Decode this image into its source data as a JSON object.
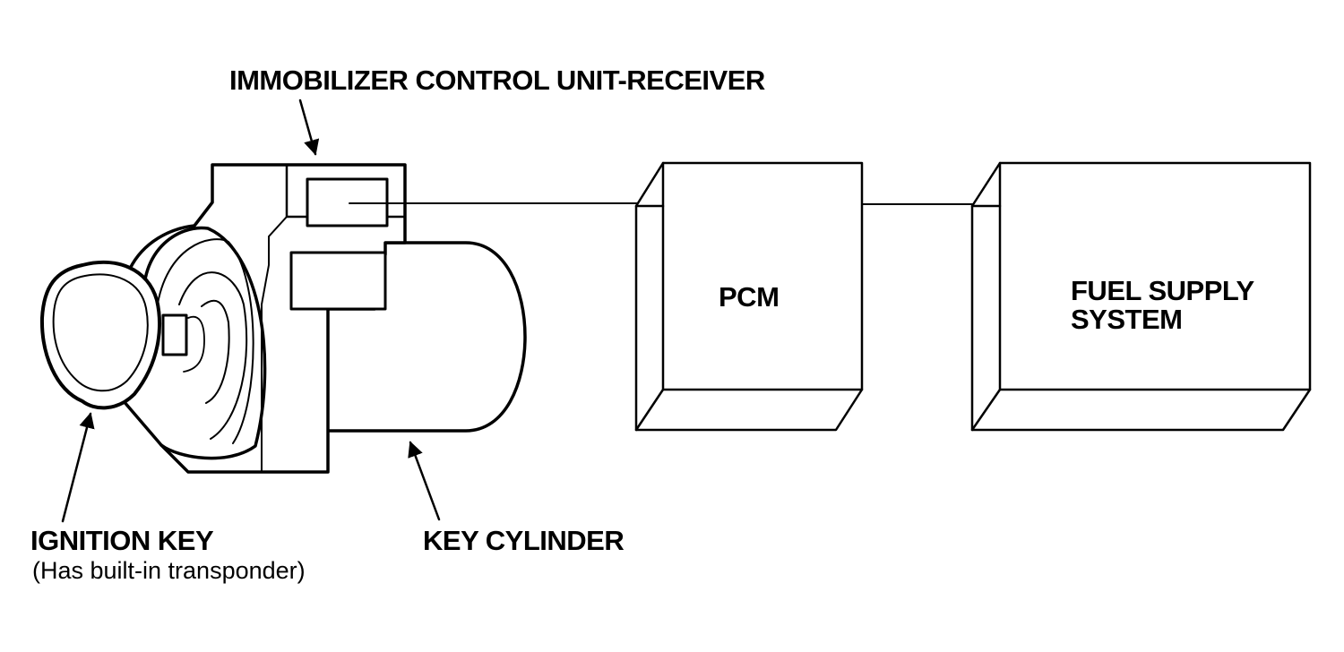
{
  "labels": {
    "receiver": "IMMOBILIZER CONTROL UNIT-RECEIVER",
    "pcm": "PCM",
    "fuel_line1": "FUEL SUPPLY",
    "fuel_line2": "SYSTEM",
    "ignition_key": "IGNITION KEY",
    "ignition_key_note": "(Has built-in transponder)",
    "key_cylinder": "KEY CYLINDER"
  },
  "colors": {
    "stroke": "#000000",
    "background": "#ffffff"
  }
}
